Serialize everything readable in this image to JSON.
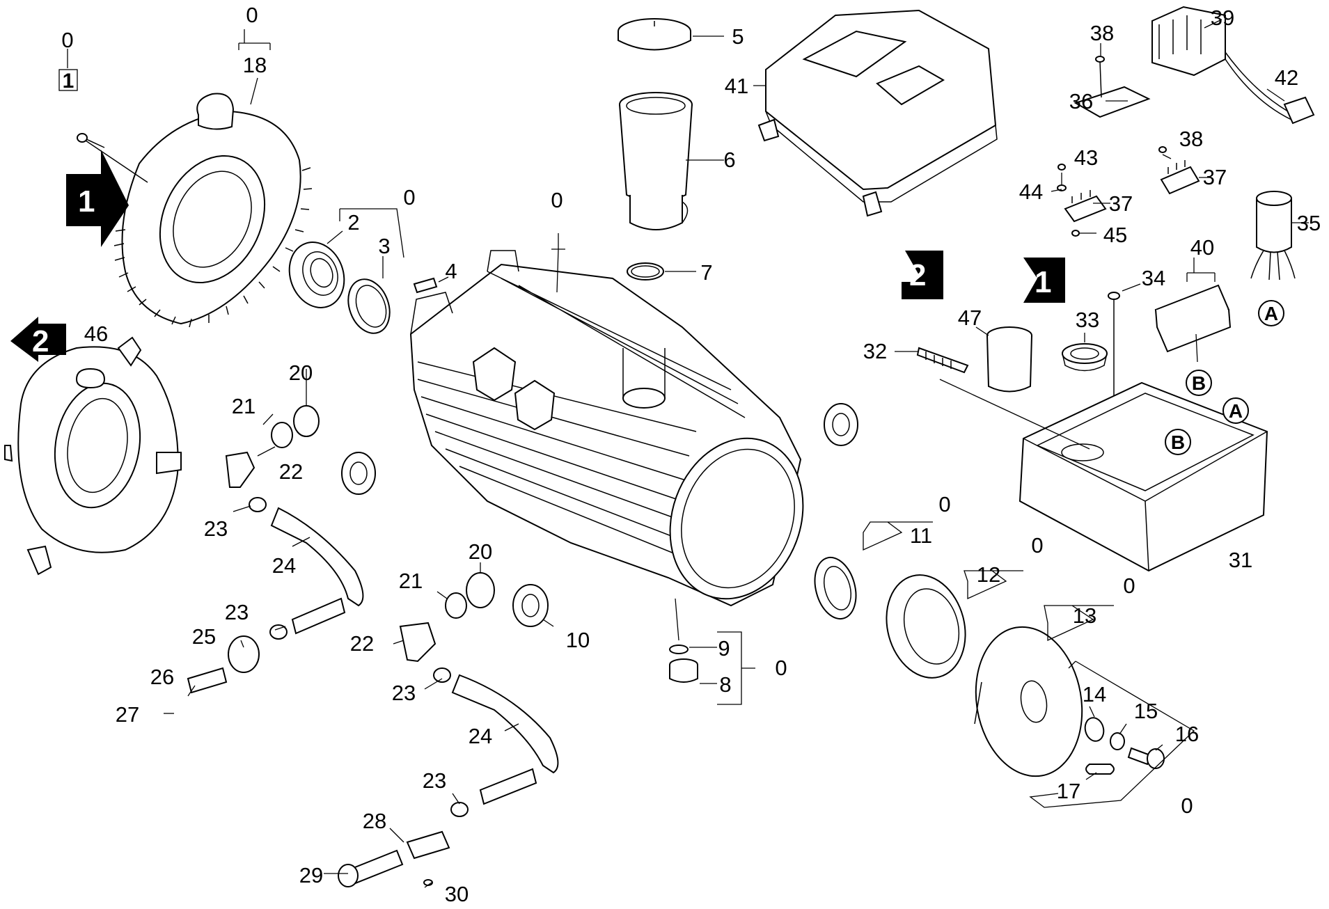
{
  "callouts": {
    "c0_housing_left": "0",
    "c1": "1",
    "c0_housing_top": "0",
    "c18": "18",
    "c0_bearing_group": "0",
    "c2": "2",
    "c3": "3",
    "c4": "4",
    "c0_main_housing": "0",
    "c5": "5",
    "c6": "6",
    "c7": "7",
    "c41": "41",
    "c38_top": "38",
    "c39": "39",
    "c36": "36",
    "c42": "42",
    "c38_mid": "38",
    "c43": "43",
    "c44": "44",
    "c37_mid": "37",
    "c37_right": "37",
    "c45": "45",
    "c35": "35",
    "c40": "40",
    "c34": "34",
    "c47": "47",
    "c33": "33",
    "c32": "32",
    "c46": "46",
    "c20_top": "20",
    "c21_top": "21",
    "c22_top": "22",
    "c23_top": "23",
    "c24_top": "24",
    "c0_seal_group": "0",
    "c11": "11",
    "c0_bearing2_group": "0",
    "c12": "12",
    "c31": "31",
    "c0_pulley_group": "0",
    "c13": "13",
    "c20_bottom": "20",
    "c21_bottom": "21",
    "c10": "10",
    "c23_left": "23",
    "c25": "25",
    "c22_bottom": "22",
    "c9": "9",
    "c0_plug_group": "0",
    "c8": "8",
    "c26": "26",
    "c27": "27",
    "c23_mid": "23",
    "c14": "14",
    "c15": "15",
    "c16": "16",
    "c24_bottom": "24",
    "c17": "17",
    "c0_bottom_group": "0",
    "c23_bottom": "23",
    "c28": "28",
    "c29": "29",
    "c30": "30"
  },
  "view_markers": {
    "arrow_1_left": "1",
    "arrow_2_left": "2",
    "arrow_2_right": "2",
    "arrow_1_right": "1"
  },
  "connectors": {
    "a_top": "A",
    "a_box": "A",
    "b_top": "B",
    "b_box": "B"
  }
}
